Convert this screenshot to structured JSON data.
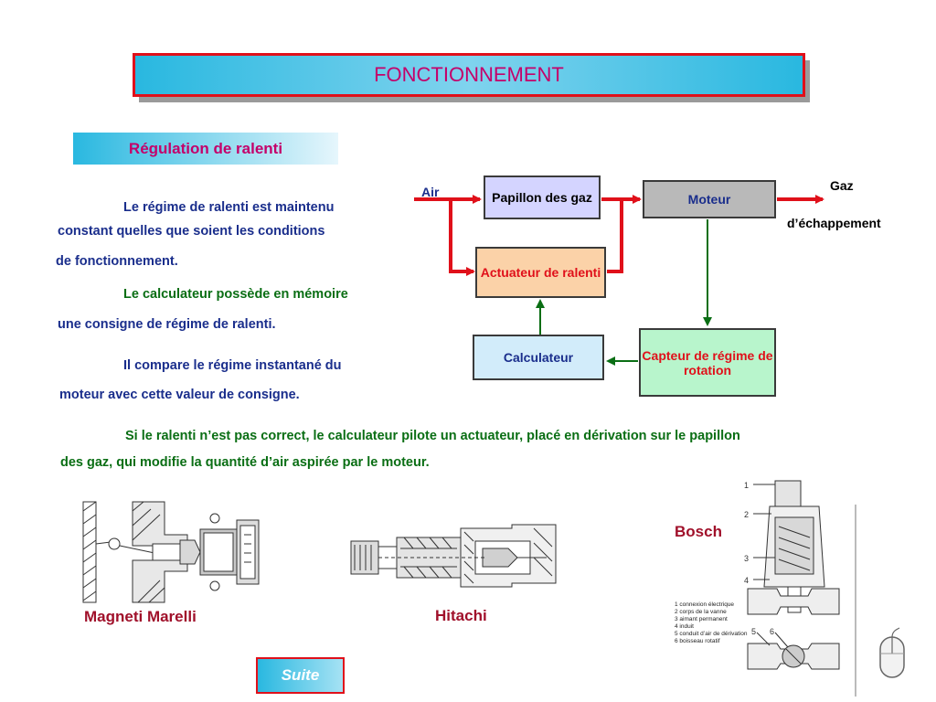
{
  "title": "FONCTIONNEMENT",
  "subtitle": "Régulation de ralenti",
  "paragraphs": {
    "p1": [
      "Le régime de ralenti est maintenu",
      "constant quelles que soient les conditions",
      "de fonctionnement."
    ],
    "p2": [
      "Le calculateur possède en mémoire",
      "une consigne de régime de ralenti."
    ],
    "p3": [
      "Il compare le régime instantané du",
      "moteur avec cette valeur de consigne."
    ],
    "p4": [
      "Si le ralenti n’est pas correct, le calculateur pilote un actuateur, placé en dérivation sur le papillon",
      "des gaz, qui modifie la quantité d’air aspirée par le moteur."
    ]
  },
  "diagram": {
    "air": "Air",
    "papillon": "Papillon des gaz",
    "moteur": "Moteur",
    "gaz": "Gaz",
    "echappement": "d’échappement",
    "actuateur": "Actuateur de ralenti",
    "calculateur": "Calculateur",
    "capteur": "Capteur de régime de rotation"
  },
  "brands": {
    "magneti": "Magneti Marelli",
    "hitachi": "Hitachi",
    "bosch": "Bosch"
  },
  "bosch_labels": {
    "numbers": [
      "1",
      "2",
      "3",
      "4",
      "5",
      "6"
    ],
    "legend": [
      "1 connexion électrique",
      "2 corps de la vanne",
      "3 aimant permanent",
      "4 induit",
      "5 conduit d’air de dérivation",
      "6 boisseau rotatif"
    ]
  },
  "suite": "Suite",
  "colors": {
    "title_border": "#e0101a",
    "title_fill": "#29b8e0",
    "magenta": "#c4006a",
    "text_blue": "#1a2e8c",
    "text_green": "#0a6e14",
    "air_line": "#e0101a",
    "signal_line": "#0a6e14",
    "brand": "#a0102a"
  }
}
